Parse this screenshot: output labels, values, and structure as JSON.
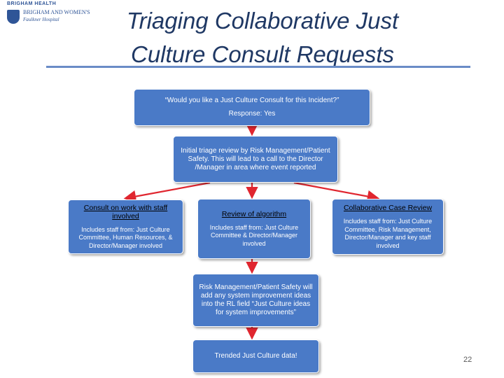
{
  "logo": {
    "brand_line": "BRIGHAM HEALTH",
    "name": "BRIGHAM AND WOMEN'S",
    "sub": "Faulkner Hospital"
  },
  "title": "Triaging Collaborative Just Culture Consult Requests",
  "flow": {
    "question": {
      "line1": "“Would you like a Just Culture Consult for this Incident?”",
      "line2": "Response: Yes"
    },
    "initial_review": "Initial triage review by Risk Management/Patient Safety. This will lead to a call to the Director /Manager  in area where event reported",
    "consult_staff": {
      "heading": "Consult on work with staff involved",
      "body": "Includes staff from: Just Culture Committee, Human Resources, & Director/Manager involved"
    },
    "review_algorithm": {
      "heading": "Review of algorithm",
      "body": "Includes staff from: Just Culture Committee & Director/Manager involved"
    },
    "collaborative_review": {
      "heading": "Collaborative Case Review",
      "body": "Includes staff from: Just Culture Committee, Risk Management, Director/Manager  and key staff involved"
    },
    "risk_management": "Risk Management/Patient Safety will add any system improvement ideas into the RL field “Just Culture ideas for system improvements”",
    "trended": "Trended Just Culture data!"
  },
  "page_number": "22",
  "colors": {
    "box_fill": "#4a7ac7",
    "arrow": "#e0262f",
    "title": "#1f3864",
    "rule": "#6a8cc7"
  }
}
